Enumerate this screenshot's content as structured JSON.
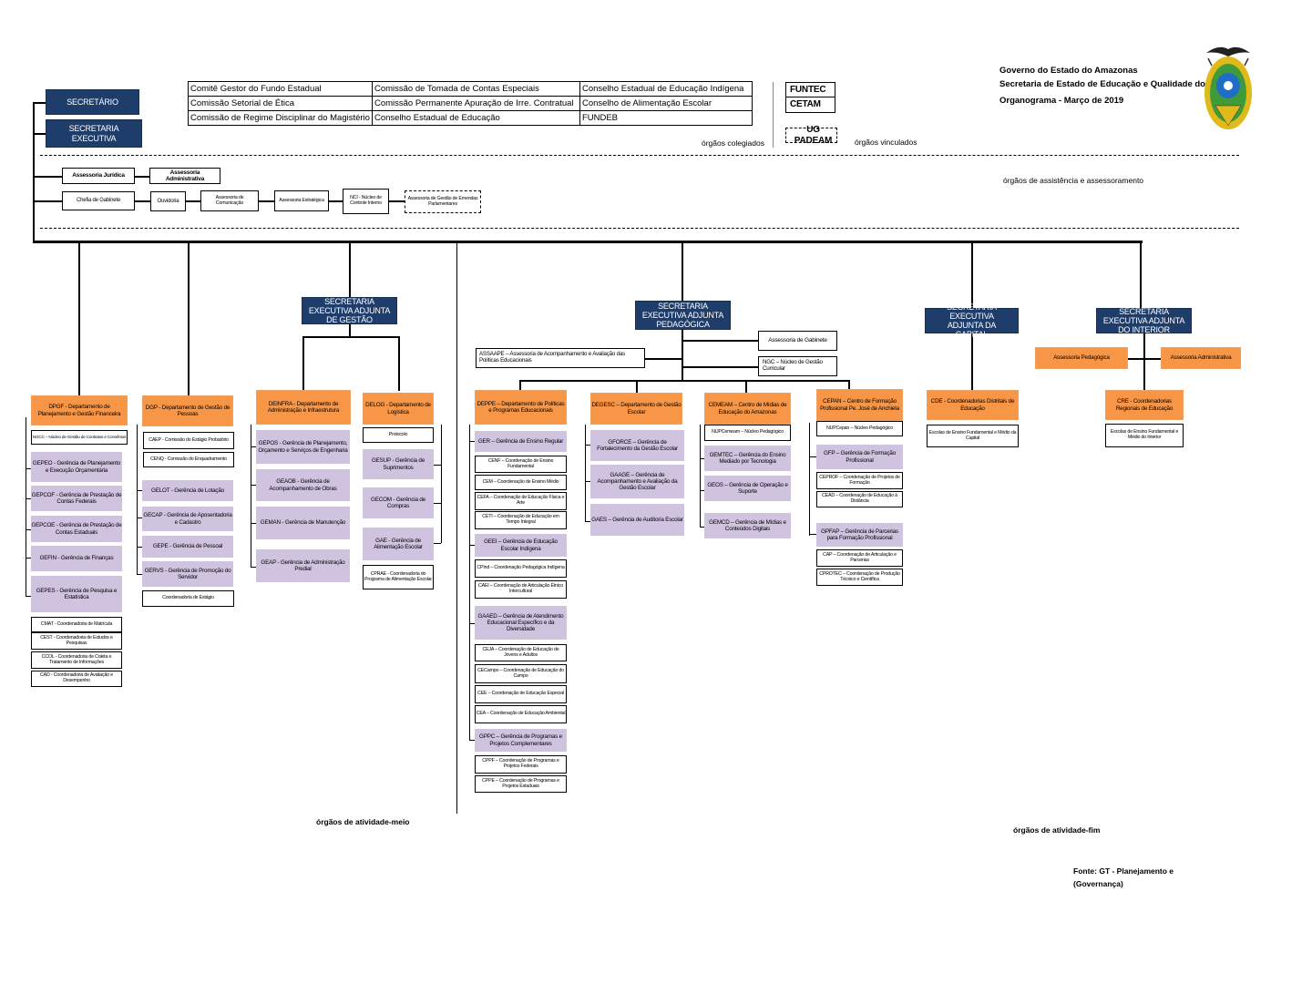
{
  "header": {
    "line1": "Governo do Estado do Amazonas",
    "line2": "Secretaria de Estado de Educação e Qualidade do Ensino",
    "line3": "Organograma - Março de 2019"
  },
  "top": {
    "secretario": "SECRETÁRIO",
    "secretaria_executiva": "SECRETARIA EXECUTIVA",
    "colegiados": [
      [
        "Comitê Gestor do Fundo Estadual",
        "Comissão de Tomada de Contas Especiais",
        "Conselho Estadual de Educação Indígena"
      ],
      [
        "Comissão Setorial de Ética",
        "Comissão Permanente Apuração de Irre. Contratual",
        "Conselho de Alimentação Escolar"
      ],
      [
        "Comissão de Regime Disciplinar do Magistério",
        "Conselho Estadual de Educação",
        "FUNDEB"
      ]
    ],
    "orgaos_colegiados": "órgãos colegiados",
    "vinculados": [
      "FUNTEC",
      "CETAM"
    ],
    "ug_padeam": "UG PADEAM",
    "orgaos_vinculados": "órgãos vinculados",
    "orgaos_assistencia": "órgãos de assistência e assessoramento"
  },
  "assessoria": {
    "juridica": "Assessoria Jurídica",
    "administrativa": "Assessoria Administrativa",
    "chefia": "Chefia de Gabinete",
    "ouvidoria": "Ouvidoria",
    "comunicacao": "Assessoria de Comunicação",
    "estrategica": "Assessoria Estratégica",
    "nci": "NCI - Núcleo de Controle Interno",
    "emendas": "Assessoria de Gestão de Emendas Parlamentares"
  },
  "seag": {
    "title": "SECRETARIA EXECUTIVA ADJUNTA DE GESTÃO"
  },
  "dpgf": {
    "title": "DPGF - Departamento de Planejamento e Gestão Financeira",
    "ngcc": "NGCC – Núcleo de Gestão de Contratos e Convênios",
    "items": [
      "GEPEO - Gerência de Planejamento e Execução Orçamentária",
      "GEPCOF - Gerência de Prestação de Contas Federais",
      "GEPCOE - Gerência de Prestação de Contas Estaduais",
      "GEFIN - Gerência de Finanças",
      "GEPES - Gerência de Pesquisa e Estatística"
    ],
    "coords": [
      "CMAT - Coordenadoria de Matrícula",
      "CEST - Coordenadoria de Estudos e Pesquisas",
      "CCOL - Coordenadoria de Coleta e Tratamento de Informações",
      "CAD - Coordenadoria de Avaliação e Desempenho"
    ]
  },
  "dgp": {
    "title": "DGP - Departamento de Gestão de Pessoas",
    "caep": "CAEP - Comissão do Estágio Probatório",
    "cenq": "CENQ - Comissão do Enquadramento",
    "items": [
      "GELOT - Gerência de Lotação",
      "GECAP - Gerência de Aposentadoria e Cadastro",
      "GEPE - Gerência de Pessoal",
      "GERVS - Gerência de Promoção do Servidor"
    ],
    "estagio": "Coordenadoria de Estágio"
  },
  "deinfra": {
    "title": "DEINFRA - Departamento de Administração e Infraestrutura",
    "items": [
      "GEPOS - Gerência de Planejamento, Orçamento e Serviços de Engenharia",
      "GEAOB - Gerência de Acompanhamento de Obras",
      "GEMAN - Gerência de Manutenção",
      "GEAP - Gerência de Administração Predial"
    ]
  },
  "delog": {
    "title": "DELOG - Departamento de Logística",
    "protocolo": "Protocolo",
    "items": [
      "GESUP - Gerência de Suprimentos",
      "GECOM - Gerência de Compras",
      "GAE - Gerência de Alimentação Escolar"
    ],
    "cprae": "CPRAE - Coordenadoria do Programa de Alimentação Escolar"
  },
  "atividade_meio": "órgãos de atividade-meio",
  "seap": {
    "title": "SECRETARIA EXECUTIVA ADJUNTA PEDAGÓGICA",
    "gabinete": "Assessoria de Gabinete",
    "assaape": "ASSAAPE – Assessoria de Acompanhamento e Avaliação das Políticas Educacionais",
    "ngc": "NGC – Núcleo de Gestão Curricular"
  },
  "deppe": {
    "title": "DEPPE – Departamento de Políticas e Programas Educacionais",
    "ger": "GER – Gerência de Ensino Regular",
    "ger_subs": [
      "CENF – Coordenação de Ensino Fundamental",
      "CEM – Coordenação de Ensino Médio",
      "CEFA – Coordenação de Educação Física e Arte",
      "CETI – Coordenação de Educação em Tempo Integral"
    ],
    "geei": "GEEI – Gerência de Educação Escolar Indígena",
    "geei_subs": [
      "CPInd – Coordenação Pedagógica Indígena",
      "CAEI – Coordenação de Articulação Étnico Intercultural"
    ],
    "gaaed": "GAAED – Gerência de Atendimento Educacional Específico e da Diversidade",
    "gaaed_subs": [
      "CEJA – Coordenação de Educação de Jovens e Adultos",
      "CECampo – Coordenação de Educação do Campo",
      "CEE – Coordenação de Educação Especial",
      "CEA – Coordenação de Educação Ambiental"
    ],
    "gppc": "GPPC – Gerência de Programas e Projetos Complementares",
    "gppc_subs": [
      "CPPF – Coordenação de Programas e Projetos Federais",
      "CPPE – Coordenação de Programas e Projetos Estaduais"
    ]
  },
  "degesc": {
    "title": "DEGESC – Departamento de Gestão Escolar",
    "items": [
      "GFORCE – Gerência de Fortalecimento da Gestão Escolar",
      "GAAGE – Gerência de Acompanhamento e Avaliação da Gestão Escolar",
      "GAES – Gerência de Auditoria Escolar"
    ]
  },
  "cemeam": {
    "title": "CEMEAM – Centro de Mídias de Educação do Amazonas",
    "nup": "NUPCemeam – Núcleo Pedagógico",
    "items": [
      "GEMTEC – Gerência do Ensino Mediado por Tecnologia",
      "GEOS – Gerência de Operação e Suporte",
      "GEMCD – Gerência de Mídias e Conteúdos Digitais"
    ]
  },
  "cepan": {
    "title": "CEPAN – Centro de Formação Profissional Pe. José de Anchieta",
    "nup": "NUPCepan – Núcleo Pedagógico",
    "gfp": "GFP – Gerência de Formação Profissional",
    "gfp_subs": [
      "CEPROF – Coordenação de Projetos de Formação",
      "CEAD – Coordenação de Educação à Distância"
    ],
    "gpfap": "GPFAP – Gerência de Parcerias para Formação Profissional",
    "gpfap_subs": [
      "CAP – Coordenação de Articulação e Parcerias",
      "CPROTEC – Coordenação de Produção Técnico e Científica"
    ]
  },
  "seac": {
    "title": "SECRETARIA EXECUTIVA ADJUNTA DA CAPITAL",
    "cde": "CDE - Coordenadorias Distritais de Educação",
    "escolas": "Escolas de Ensino Fundamental e Médio da Capital"
  },
  "seai": {
    "title": "SECRETARIA EXECUTIVA ADJUNTA DO INTERIOR",
    "pedagogica": "Assessoria Pedagógica",
    "administrativa": "Assessoria Administrativa",
    "cre": "CRE - Coordenadorias Regionais de Educação",
    "escolas": "Escolas de Ensino Fundamental e Médio do Interior"
  },
  "atividade_fim": "órgãos de atividade-fim",
  "fonte": [
    "Fonte: GT - Planejamento e",
    "(Governança)"
  ],
  "colors": {
    "navy": "#1f3d6b",
    "orange": "#f79646",
    "lavender": "#d0c3e0",
    "crest_gold": "#e0b91a",
    "crest_green": "#3f9a3a",
    "crest_blue": "#1e6ec8"
  }
}
